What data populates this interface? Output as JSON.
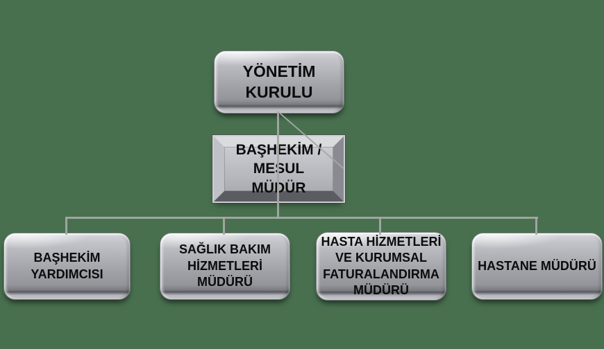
{
  "colors": {
    "background": "#48704F",
    "connector": "#A4A8A4",
    "node_fill_light": "#D6D7DC",
    "node_fill_dark": "#8F9096",
    "text": "#0B0B0C"
  },
  "org": {
    "nodes": [
      {
        "id": "yonetim-kurulu",
        "level": 1,
        "label": "YÖNETİM\nKURULU"
      },
      {
        "id": "bashekim-mesul-mudur",
        "level": 2,
        "label": "BAŞHEKİM /\nMESUL MÜDÜR"
      },
      {
        "id": "bashekim-yardimcisi",
        "level": 3,
        "label": "BAŞHEKİM\nYARDIMCISI"
      },
      {
        "id": "saglik-bakim-hizmetleri-muduru",
        "level": 3,
        "label": "SAĞLIK BAKIM\nHİZMETLERİ\nMÜDÜRÜ"
      },
      {
        "id": "hasta-hizmetleri-muduru",
        "level": 3,
        "label": "HASTA HİZMETLERİ\nVE KURUMSAL\nFATURALANDIRMA\nMÜDÜRÜ"
      },
      {
        "id": "hastane-muduru",
        "level": 3,
        "label": "HASTANE MÜDÜRÜ"
      }
    ],
    "edges": [
      {
        "from": "yonetim-kurulu",
        "to": "bashekim-mesul-mudur"
      },
      {
        "from": "bashekim-mesul-mudur",
        "to": "bashekim-yardimcisi"
      },
      {
        "from": "bashekim-mesul-mudur",
        "to": "saglik-bakim-hizmetleri-muduru"
      },
      {
        "from": "bashekim-mesul-mudur",
        "to": "hasta-hizmetleri-muduru"
      },
      {
        "from": "bashekim-mesul-mudur",
        "to": "hastane-muduru"
      }
    ]
  }
}
